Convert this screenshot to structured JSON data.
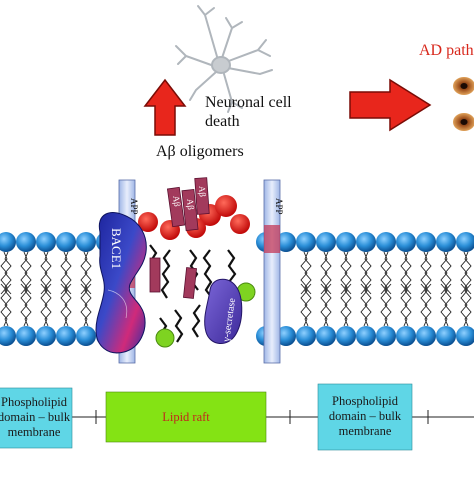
{
  "labels": {
    "neuronal_line1": "Neuronal cell",
    "neuronal_line2": "death",
    "ab_oligomers": "Aβ oligomers",
    "ad_path": "AD path",
    "app_left": "APP",
    "app_right": "APP",
    "bace1": "BACE1",
    "gamma_secretase": "γ-secretase",
    "ab_1": "Aβ",
    "ab_2": "Aβ",
    "ab_3": "Aβ"
  },
  "domains": {
    "left_line1": "Phospholipid",
    "left_line2": "domain – bulk",
    "left_line3": "membrane",
    "middle": "Lipid raft",
    "right_line1": "Phospholipid",
    "right_line2": "domain – bulk",
    "right_line3": "membrane"
  },
  "colors": {
    "lipid_head": "#2b8fd8",
    "arrow_red": "#e8261c",
    "lipid_raft_box": "#84e314",
    "phospholipid_box": "#5fd6e6",
    "ab_peptide": "#a23a5c",
    "bace1": "#2a2fa8",
    "gamma_secretase": "#5a3fb8",
    "red_head": "#e81010",
    "green_head": "#7ed321"
  },
  "icons": [
    "neuron-icon",
    "up-arrow-icon",
    "right-arrow-icon",
    "ad-cell-icon"
  ]
}
